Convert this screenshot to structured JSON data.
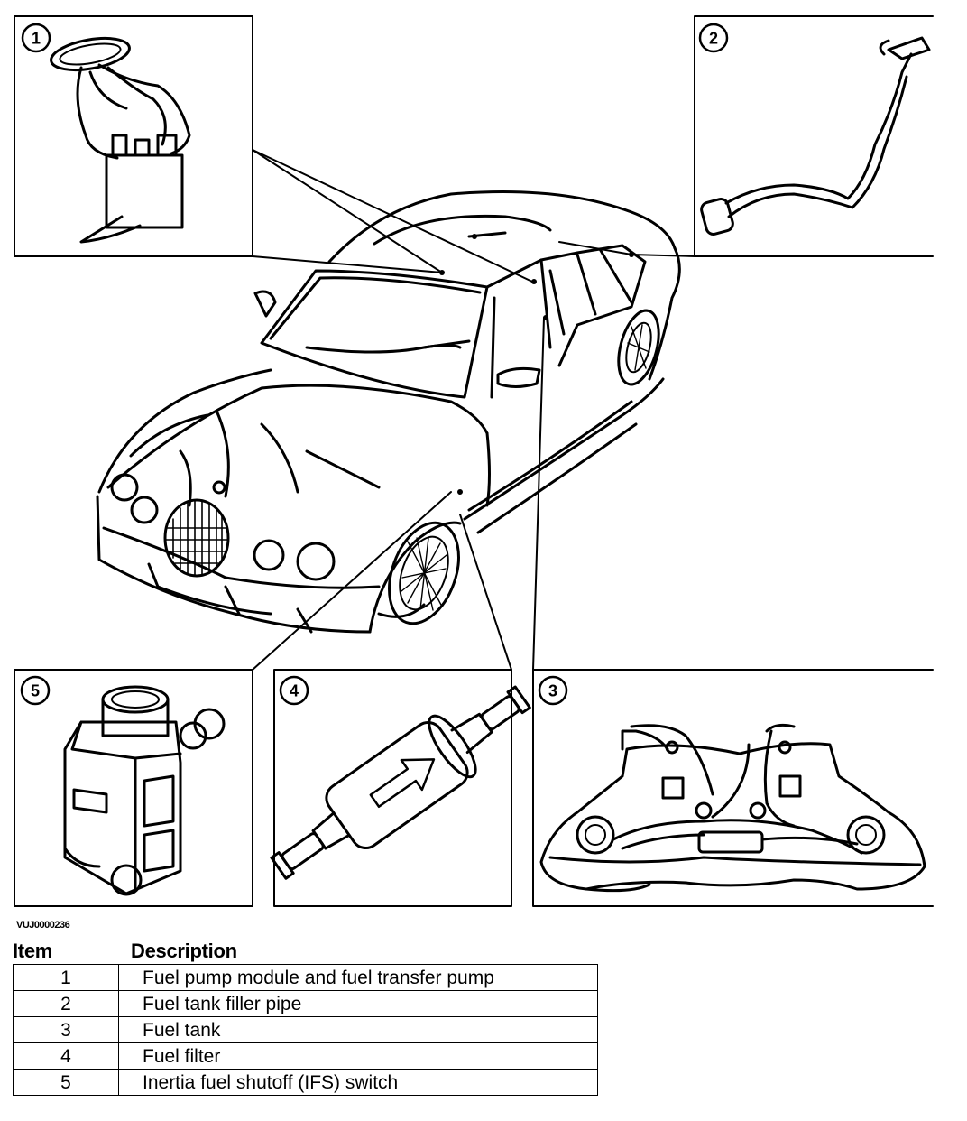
{
  "figure": {
    "reference_code": "VUJ0000236",
    "callouts": [
      "1",
      "2",
      "3",
      "4",
      "5"
    ]
  },
  "legend": {
    "col_item": "Item",
    "col_description": "Description",
    "rows": [
      {
        "item": "1",
        "description": "Fuel pump module and fuel transfer pump"
      },
      {
        "item": "2",
        "description": "Fuel tank filler pipe"
      },
      {
        "item": "3",
        "description": "Fuel tank"
      },
      {
        "item": "4",
        "description": "Fuel filter"
      },
      {
        "item": "5",
        "description": "Inertia fuel shutoff (IFS) switch"
      }
    ]
  }
}
